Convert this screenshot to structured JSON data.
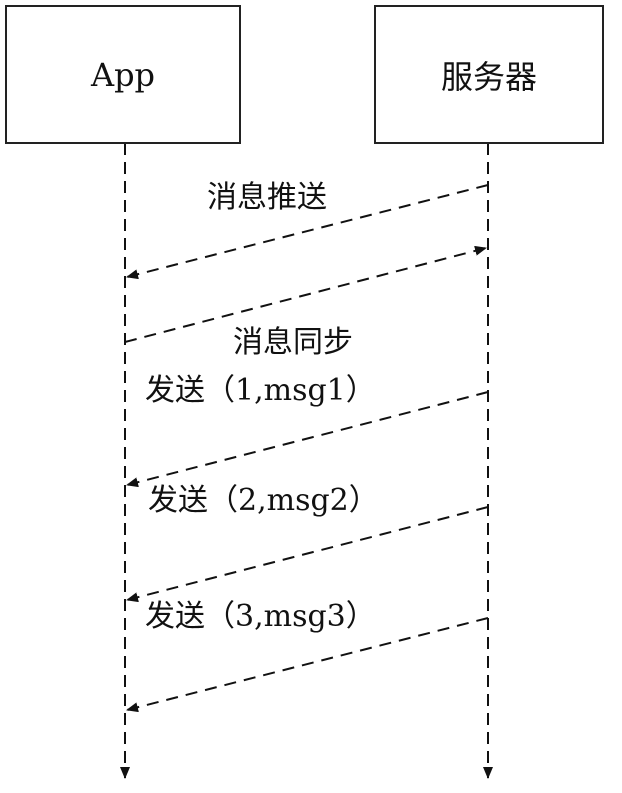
{
  "participants": {
    "app": "App",
    "server": "服务器"
  },
  "messages": [
    {
      "label": "消息推送",
      "from": "server",
      "to": "app"
    },
    {
      "label": "消息同步",
      "from": "app",
      "to": "server"
    },
    {
      "label": "发送（1,msg1）",
      "from": "server",
      "to": "app"
    },
    {
      "label": "发送（2,msg2）",
      "from": "server",
      "to": "app"
    },
    {
      "label": "发送（3,msg3）",
      "from": "server",
      "to": "app"
    }
  ]
}
